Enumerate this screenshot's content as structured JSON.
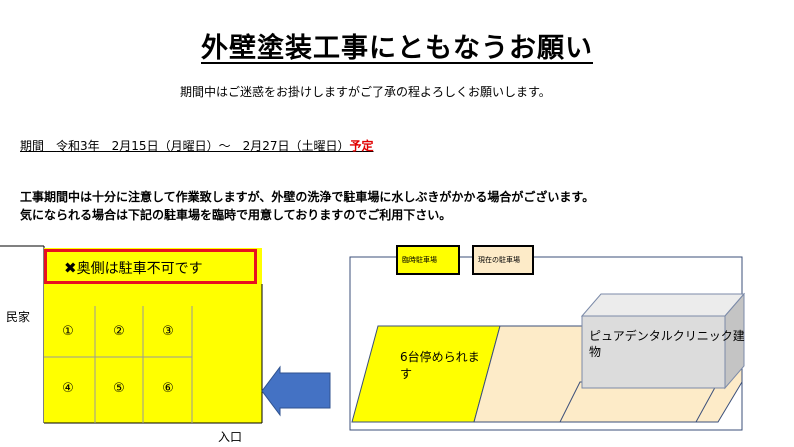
{
  "title": "外壁塗装工事にともなうお願い",
  "subtitle": "期間中はご迷惑をお掛けしますがご了承の程よろしくお願いします。",
  "period": {
    "label": "期間",
    "range": "令和3年　2月15日（月曜日）～　2月27日（土曜日）",
    "status": "予定"
  },
  "notice": {
    "line1": "工事期間中は十分に注意して作業致しますが、外壁の洗浄で駐車場に水しぶきがかかる場合がございます。",
    "line2": "気になられる場合は下記の駐車場を臨時で用意しておりますのでご利用下さい。"
  },
  "left_map": {
    "neighbor": "民家",
    "entrance": "入口",
    "no_parking": "奥側は駐車不可です",
    "spots": [
      "①",
      "②",
      "③",
      "④",
      "⑤",
      "⑥"
    ]
  },
  "right_map": {
    "legend_temp": "臨時駐車場",
    "legend_current": "現在の駐車場",
    "capacity": "6台停められます",
    "building": "ピュアデンタルクリニック建物"
  },
  "colors": {
    "yellow": "#ffff00",
    "current_lot": "#fdebc8",
    "red": "#e8101f",
    "arrow": "#4472c4",
    "building_front": "#dcdcdc",
    "building_top": "#ececec",
    "building_side": "#c4c4c4"
  }
}
